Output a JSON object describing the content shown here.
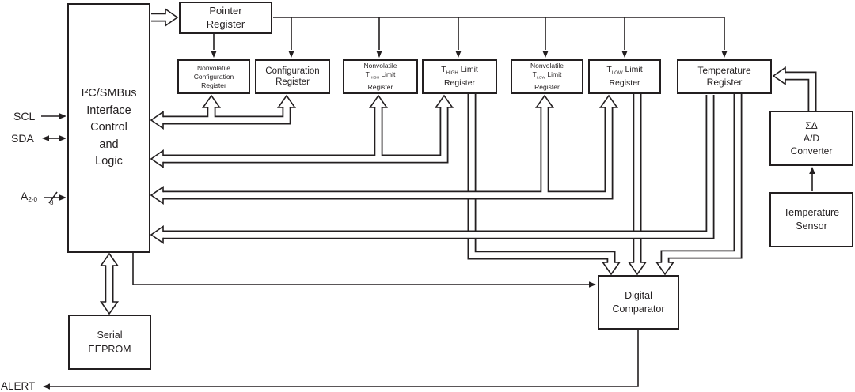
{
  "blocks": {
    "i2c_interface": {
      "lines": [
        "I²C/SMBus",
        "Interface",
        "Control",
        "and",
        "Logic"
      ]
    },
    "pointer_register": {
      "lines": [
        "Pointer",
        "Register"
      ]
    },
    "nv_config_register": {
      "lines": [
        "Nonvolatile",
        "Configuration",
        "Register"
      ]
    },
    "config_register": {
      "lines": [
        "Configuration",
        "Register"
      ]
    },
    "nv_thigh_register": {
      "lines": [
        "Nonvolatile",
        "T~HIGH~ Limit",
        "Register"
      ]
    },
    "thigh_register": {
      "lines": [
        "T~HIGH~ Limit",
        "Register"
      ]
    },
    "nv_tlow_register": {
      "lines": [
        "Nonvolatile",
        "T~LOW~ Limit",
        "Register"
      ]
    },
    "tlow_register": {
      "lines": [
        "T~LOW~ Limit",
        "Register"
      ]
    },
    "temperature_register": {
      "lines": [
        "Temperature",
        "Register"
      ]
    },
    "ad_converter": {
      "lines": [
        "ΣΔ",
        "A/D",
        "Converter"
      ]
    },
    "temperature_sensor": {
      "lines": [
        "Temperature",
        "Sensor"
      ]
    },
    "digital_comparator": {
      "lines": [
        "Digital",
        "Comparator"
      ]
    },
    "serial_eeprom": {
      "lines": [
        "Serial",
        "EEPROM"
      ]
    }
  },
  "pins": {
    "scl": "SCL",
    "sda": "SDA",
    "address": "A~2-0~",
    "address_bus_width": "3",
    "alert": "ALERT"
  },
  "colors": {
    "line": "#231f20",
    "background": "#ffffff"
  }
}
